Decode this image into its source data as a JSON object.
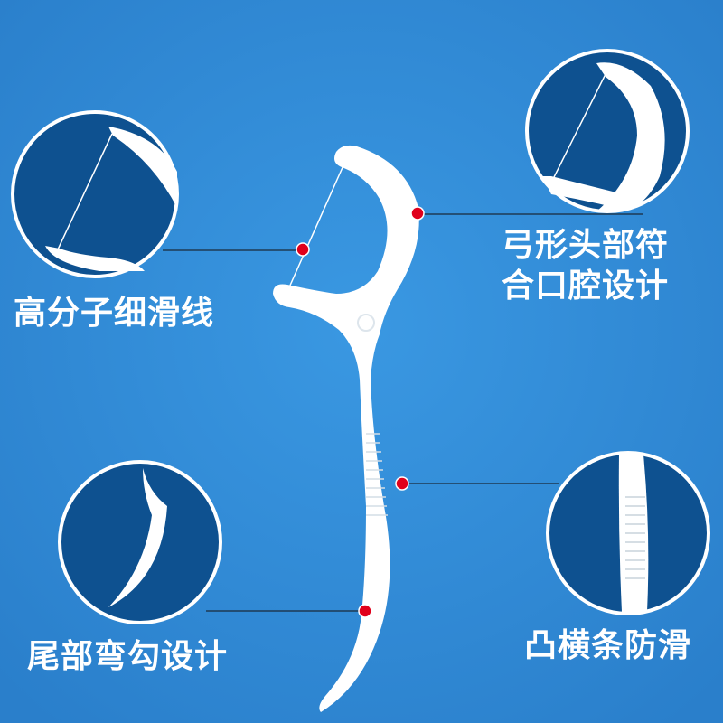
{
  "colors": {
    "background": "#2f8bd7",
    "circle": "#0e5190",
    "marker": "#e0001b",
    "product": "#ffffff"
  },
  "features": [
    {
      "label": "高分子细滑线"
    },
    {
      "label_line1": "弓形头部符",
      "label_line2": "合口腔设计"
    },
    {
      "label": "尾部弯勾设计"
    },
    {
      "label": "凸横条防滑"
    }
  ]
}
